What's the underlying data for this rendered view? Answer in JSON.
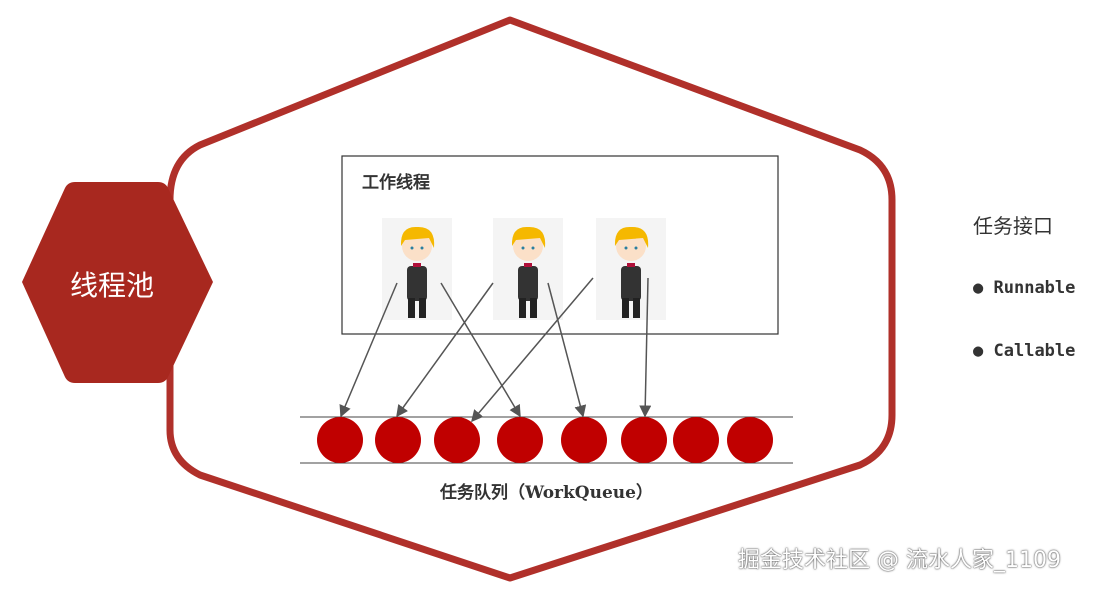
{
  "pool_label": "线程池",
  "workers": {
    "title": "工作线程",
    "count": 3
  },
  "queue": {
    "label": "任务队列（WorkQueue）",
    "task_count": 8
  },
  "interfaces": {
    "title": "任务接口",
    "items": [
      "Runnable",
      "Callable"
    ]
  },
  "watermark": "掘金技术社区 @ 流水人家_1109",
  "colors": {
    "pool": "#b0302a",
    "task": "#c00000",
    "hexagon": "#a8281f"
  }
}
